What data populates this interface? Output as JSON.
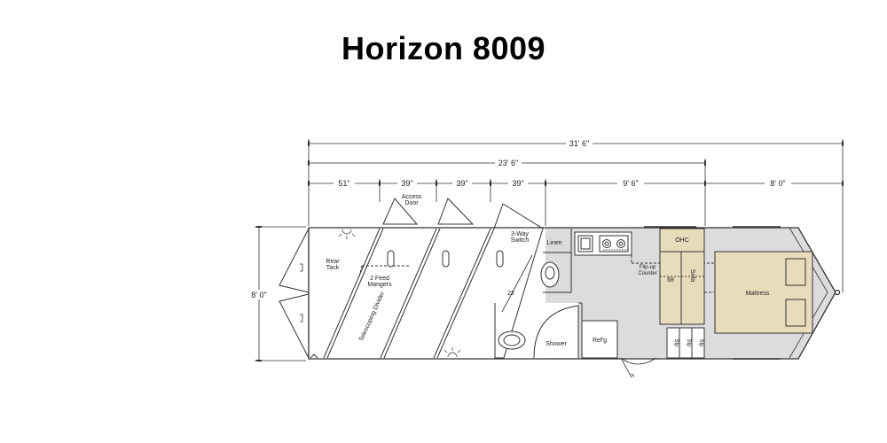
{
  "title": "Horizon 8009",
  "dimensions": {
    "overall": "31' 6\"",
    "horse_area": "23' 6\"",
    "rear_tack": "51\"",
    "stall_1": "39\"",
    "stall_2": "39\"",
    "stall_3": "39\"",
    "living_quarters": "9' 6\"",
    "gooseneck": "8' 0\"",
    "width": "8' 0\""
  },
  "labels": {
    "access_door_1": "Access",
    "access_door_2": "Door",
    "rear_tack_1": "Rear",
    "rear_tack_2": "Tack",
    "feed_mangers_1": "2 Feed",
    "feed_mangers_2": "Mangers",
    "telescoping_divider": "Telescoping Divider",
    "three_way_switch_1": "3-Way",
    "three_way_switch_2": "Switch",
    "linen": "Linen",
    "num_22": "22",
    "shower": "Shower",
    "refg": "Ref'g",
    "flipup_1": "Flip-up",
    "flipup_2": "Counter",
    "ohc": "OHC",
    "sofa": "Sofa",
    "num_68": "68",
    "mattress": "Mattress",
    "step_1": "Stp",
    "step_2": "Stp",
    "step_3": "Stp"
  },
  "colors": {
    "living_floor": "#dcdcdc",
    "furniture": "#e8dcbc",
    "outline": "#333333"
  }
}
